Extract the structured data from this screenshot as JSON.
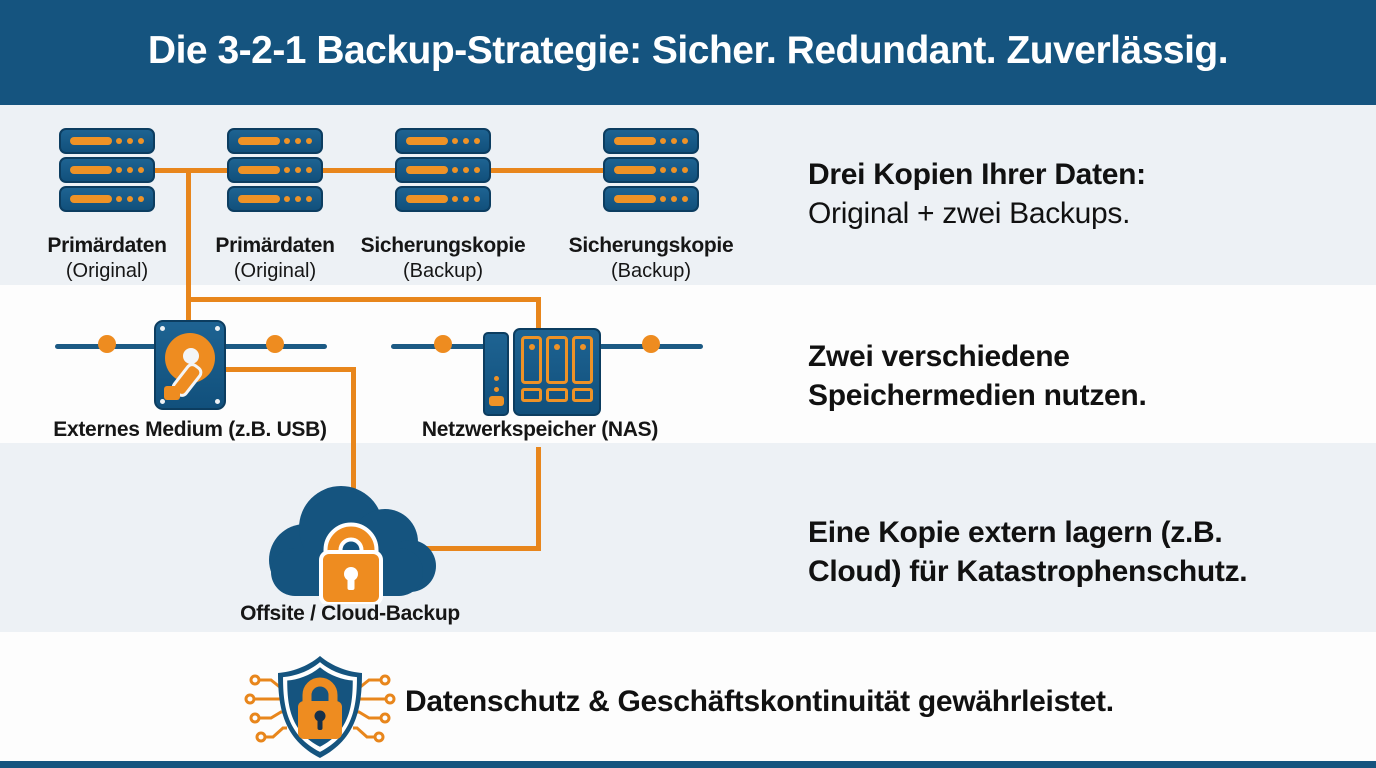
{
  "header": {
    "title": "Die 3-2-1 Backup-Strategie: Sicher. Redundant. Zuverlässig."
  },
  "servers": [
    {
      "line1": "Primärdaten",
      "line2": "(Original)"
    },
    {
      "line1": "Primärdaten",
      "line2": "(Original)"
    },
    {
      "line1": "Sicherungskopie",
      "line2": "(Backup)"
    },
    {
      "line1": "Sicherungskopie",
      "line2": "(Backup)"
    }
  ],
  "principles": [
    {
      "line1": "Drei Kopien Ihrer Daten:",
      "line2": "Original + zwei Backups."
    },
    {
      "line1": "Zwei verschiedene",
      "line2": "Speichermedien nutzen."
    },
    {
      "line1": "Eine Kopie extern lagern (z.B.",
      "line2": "Cloud) für Katastrophenschutz."
    }
  ],
  "storage": {
    "external_label": "Externes Medium (z.B. USB)",
    "nas_label": "Netzwerkspeicher (NAS)"
  },
  "cloud": {
    "label": "Offsite / Cloud-Backup"
  },
  "benefit": {
    "text": "Datenschutz & Geschäftskontinuität gewährleistet."
  },
  "colors": {
    "header_blue": "#15547f",
    "icon_blue": "#11507c",
    "accent_orange": "#e8861c",
    "band_gray": "#edf1f5",
    "text_dark": "#161616"
  }
}
